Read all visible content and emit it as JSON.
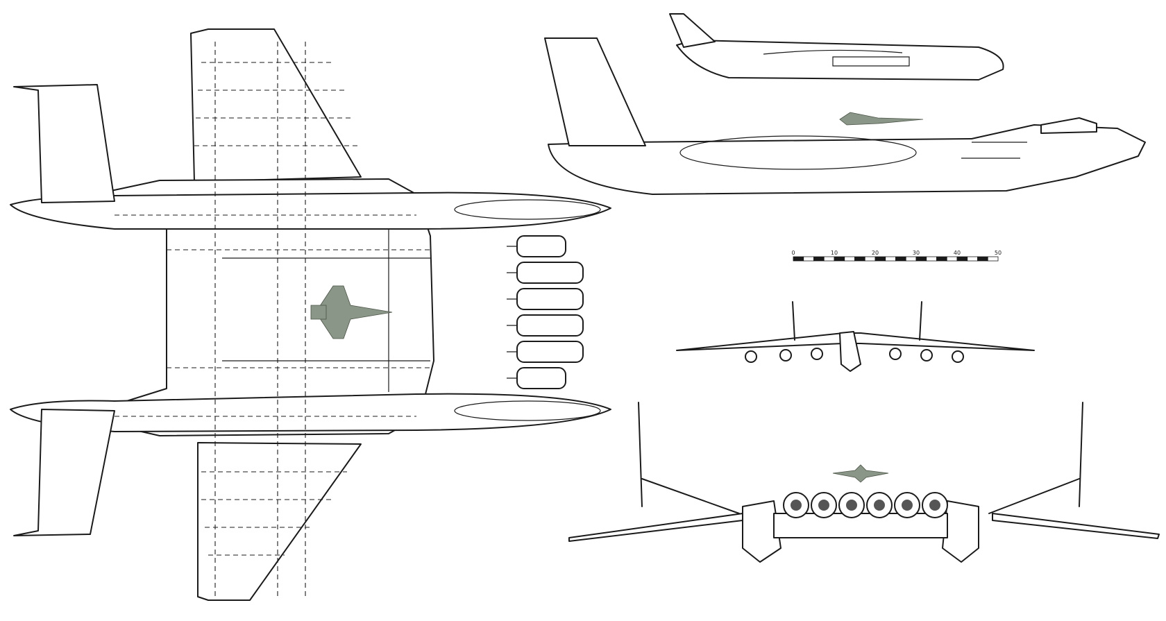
{
  "scale_bar": {
    "ticks": [
      "0",
      "10",
      "20",
      "30",
      "40",
      "50"
    ],
    "segments": 20
  },
  "colors": {
    "line": "#1a1a1a",
    "background": "#ffffff",
    "fighter_camo": "#8a9687"
  },
  "views": [
    "top-view",
    "side-view",
    "front-view-small",
    "front-view-large",
    "reference-transport-side-view"
  ]
}
